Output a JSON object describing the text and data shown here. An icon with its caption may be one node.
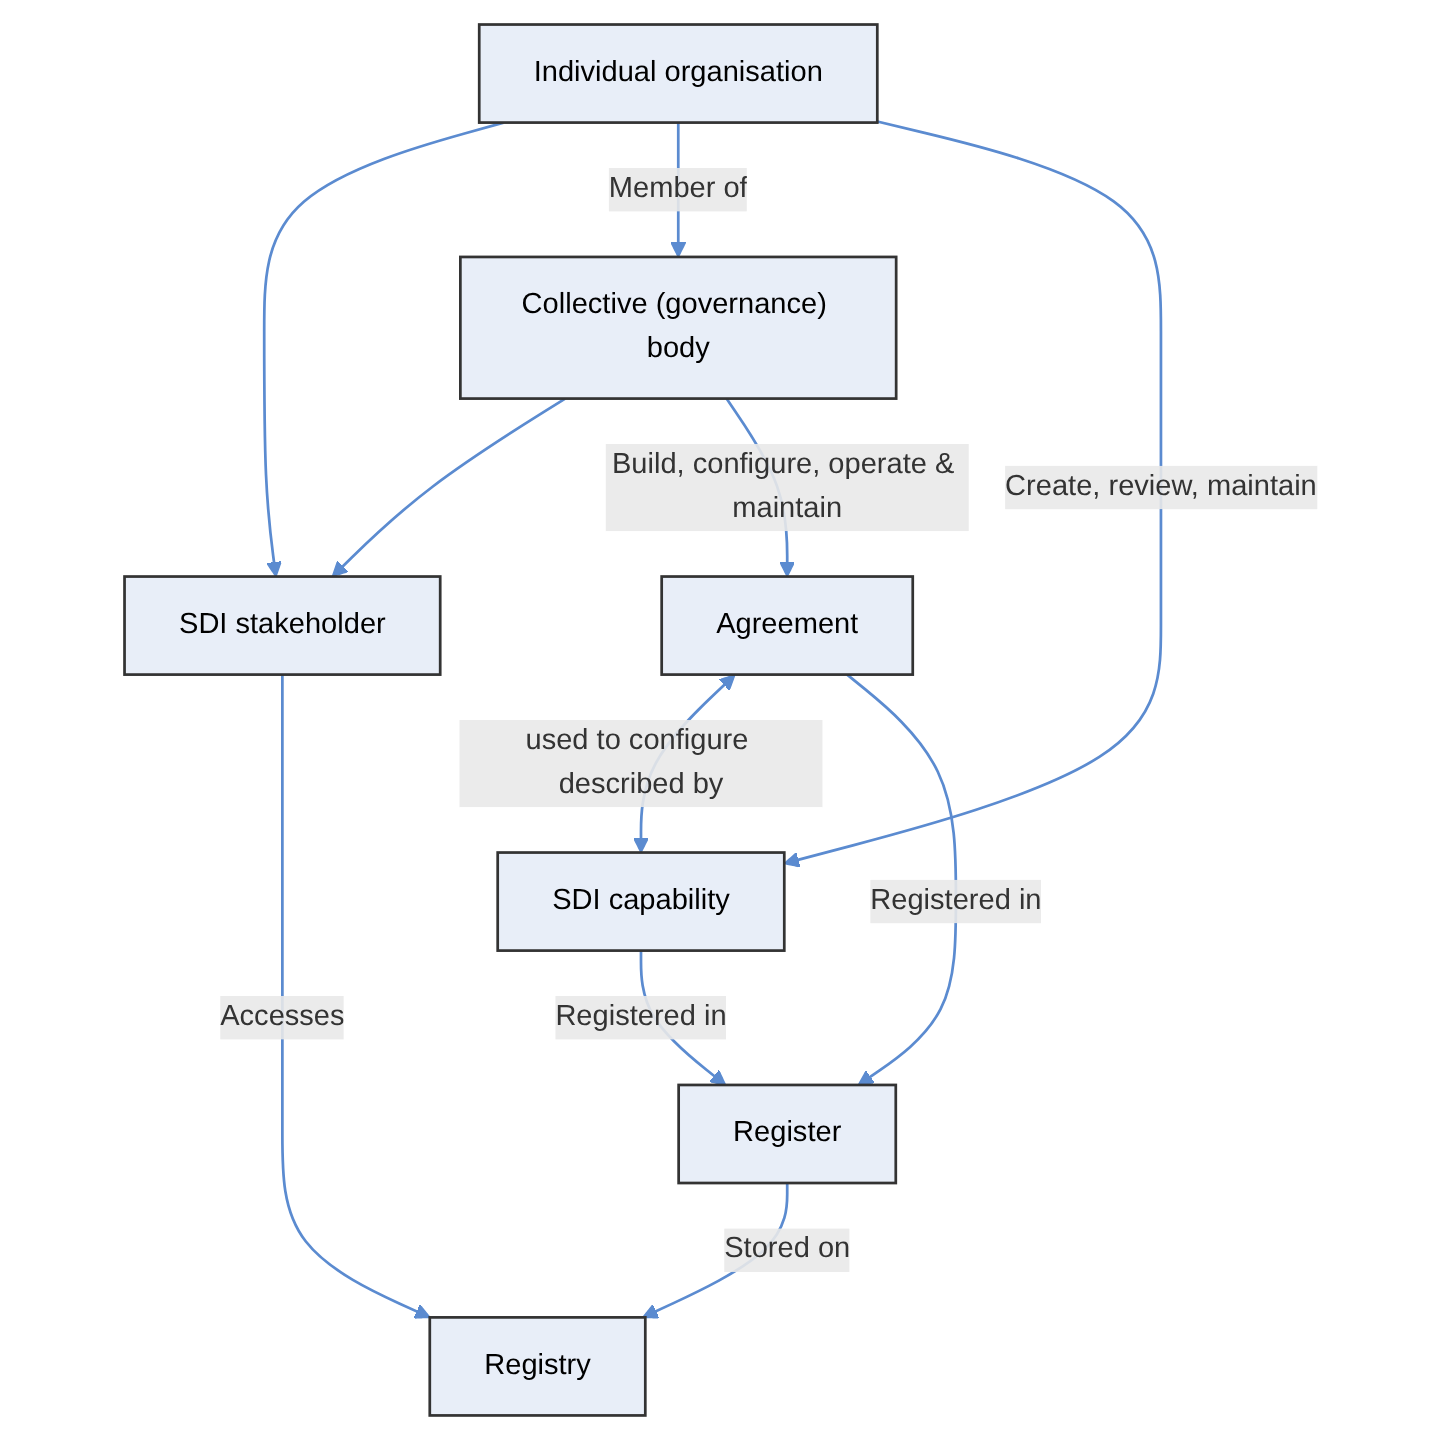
{
  "diagram": {
    "nodes": [
      {
        "text": [
          "SDI stakeholder"
        ]
      },
      {
        "text": [
          "Collective (governance) body"
        ]
      },
      {
        "text": [
          "Individual organisation"
        ]
      },
      {
        "text": [
          "Agreement"
        ]
      },
      {
        "text": [
          "SDI capability"
        ]
      },
      {
        "text": [
          "Register"
        ]
      },
      {
        "text": [
          "Registry"
        ]
      }
    ],
    "edges": [
      {
        "from": 1,
        "to": 0,
        "arrow": "to"
      },
      {
        "from": 2,
        "to": 0,
        "arrow": "to"
      },
      {
        "from": 2,
        "to": 1,
        "arrow": "to",
        "label": "Member of"
      },
      {
        "from": 1,
        "to": 3,
        "arrow": "to",
        "label": "Build, configure, operate & maintain"
      },
      {
        "from": 2,
        "to": 4,
        "arrow": "to",
        "label": "Create, review, maintain"
      },
      {
        "from": 3,
        "to": 4,
        "arrow": "both",
        "label": "used to configure described by"
      },
      {
        "from": 3,
        "to": 5,
        "arrow": "to",
        "label": "Registered in"
      },
      {
        "from": 4,
        "to": 5,
        "arrow": "to",
        "label": "Registered in"
      },
      {
        "from": 5,
        "to": 6,
        "arrow": "to",
        "label": "Stored on"
      },
      {
        "from": 0,
        "to": 6,
        "arrow": "to",
        "label": "Accesses"
      }
    ]
  }
}
